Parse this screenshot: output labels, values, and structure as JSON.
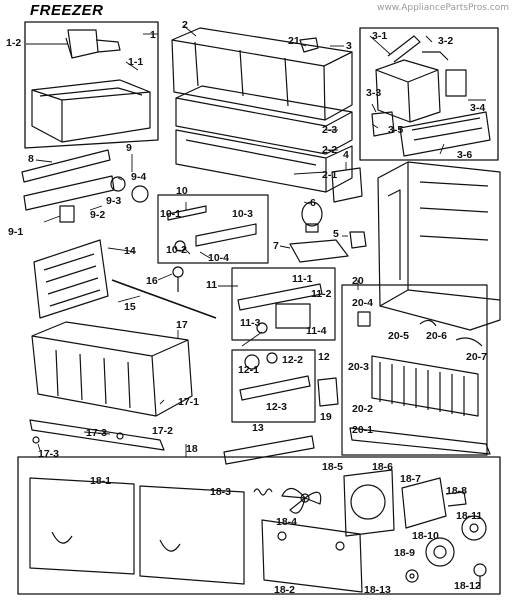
{
  "watermark": "www.AppliancePartsPros.com",
  "title": "FREEZER",
  "parts": [
    {
      "id": "1"
    },
    {
      "id": "1-1"
    },
    {
      "id": "1-2"
    },
    {
      "id": "2"
    },
    {
      "id": "2-1"
    },
    {
      "id": "2-2"
    },
    {
      "id": "2-3"
    },
    {
      "id": "21"
    },
    {
      "id": "3"
    },
    {
      "id": "3-1"
    },
    {
      "id": "3-2"
    },
    {
      "id": "3-3"
    },
    {
      "id": "3-4"
    },
    {
      "id": "3-5"
    },
    {
      "id": "3-6"
    },
    {
      "id": "4"
    },
    {
      "id": "5"
    },
    {
      "id": "6"
    },
    {
      "id": "7"
    },
    {
      "id": "8"
    },
    {
      "id": "9"
    },
    {
      "id": "9-1"
    },
    {
      "id": "9-2"
    },
    {
      "id": "9-3"
    },
    {
      "id": "9-4"
    },
    {
      "id": "10"
    },
    {
      "id": "10-1"
    },
    {
      "id": "10-2"
    },
    {
      "id": "10-3"
    },
    {
      "id": "10-4"
    },
    {
      "id": "11"
    },
    {
      "id": "11-1"
    },
    {
      "id": "11-2"
    },
    {
      "id": "11-3"
    },
    {
      "id": "11-4"
    },
    {
      "id": "12"
    },
    {
      "id": "12-1"
    },
    {
      "id": "12-2"
    },
    {
      "id": "12-3"
    },
    {
      "id": "13"
    },
    {
      "id": "14"
    },
    {
      "id": "15"
    },
    {
      "id": "16"
    },
    {
      "id": "17"
    },
    {
      "id": "17-1"
    },
    {
      "id": "17-2"
    },
    {
      "id": "17-3"
    },
    {
      "id": "17-3"
    },
    {
      "id": "18"
    },
    {
      "id": "18-1"
    },
    {
      "id": "18-2"
    },
    {
      "id": "18-3"
    },
    {
      "id": "18-4"
    },
    {
      "id": "18-5"
    },
    {
      "id": "18-6"
    },
    {
      "id": "18-7"
    },
    {
      "id": "18-8"
    },
    {
      "id": "18-9"
    },
    {
      "id": "18-10"
    },
    {
      "id": "18-11"
    },
    {
      "id": "18-12"
    },
    {
      "id": "18-13"
    },
    {
      "id": "19"
    },
    {
      "id": "20"
    },
    {
      "id": "20-1"
    },
    {
      "id": "20-2"
    },
    {
      "id": "20-3"
    },
    {
      "id": "20-4"
    },
    {
      "id": "20-5"
    },
    {
      "id": "20-6"
    },
    {
      "id": "20-7"
    }
  ]
}
